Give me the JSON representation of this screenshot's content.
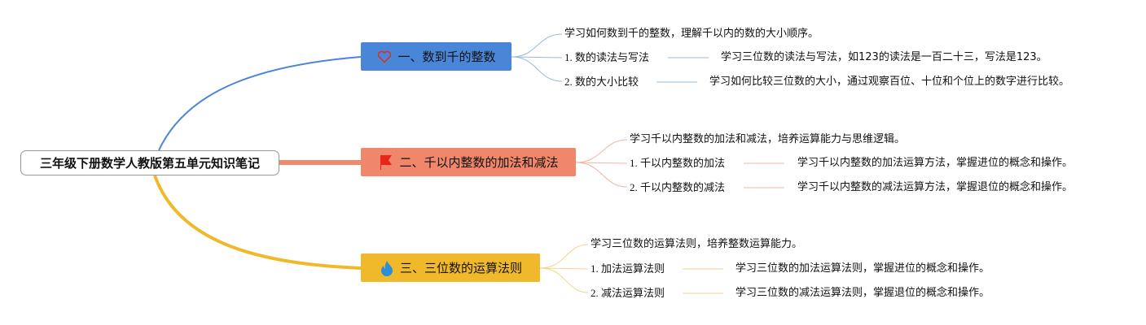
{
  "root": {
    "title": "三年级下册数学人教版第五单元知识笔记"
  },
  "colors": {
    "blue": "#4a86d8",
    "salmon": "#f0866a",
    "yellow": "#f0b92c"
  },
  "branches": [
    {
      "icon": "heart-icon",
      "label": "一、数到千的整数",
      "summary": "学习如何数到千的整数，理解千以内的数的大小顺序。",
      "items": [
        {
          "label": "1. 数的读法与写法",
          "detail": "学习三位数的读法与写法，如123的读法是一百二十三，写法是123。"
        },
        {
          "label": "2. 数的大小比较",
          "detail": "学习如何比较三位数的大小，通过观察百位、十位和个位上的数字进行比较。"
        }
      ]
    },
    {
      "icon": "flag-icon",
      "label": "二、千以内整数的加法和减法",
      "summary": "学习千以内整数的加法和减法，培养运算能力与思维逻辑。",
      "items": [
        {
          "label": "1. 千以内整数的加法",
          "detail": "学习千以内整数的加法运算方法，掌握进位的概念和操作。"
        },
        {
          "label": "2. 千以内整数的减法",
          "detail": "学习千以内整数的减法运算方法，掌握退位的概念和操作。"
        }
      ]
    },
    {
      "icon": "flame-icon",
      "label": "三、三位数的运算法则",
      "summary": "学习三位数的运算法则，培养整数运算能力。",
      "items": [
        {
          "label": "1. 加法运算法则",
          "detail": "学习三位数的加法运算法则，掌握进位的概念和操作。"
        },
        {
          "label": "2. 减法运算法则",
          "detail": "学习三位数的减法运算法则，掌握退位的概念和操作。"
        }
      ]
    }
  ]
}
